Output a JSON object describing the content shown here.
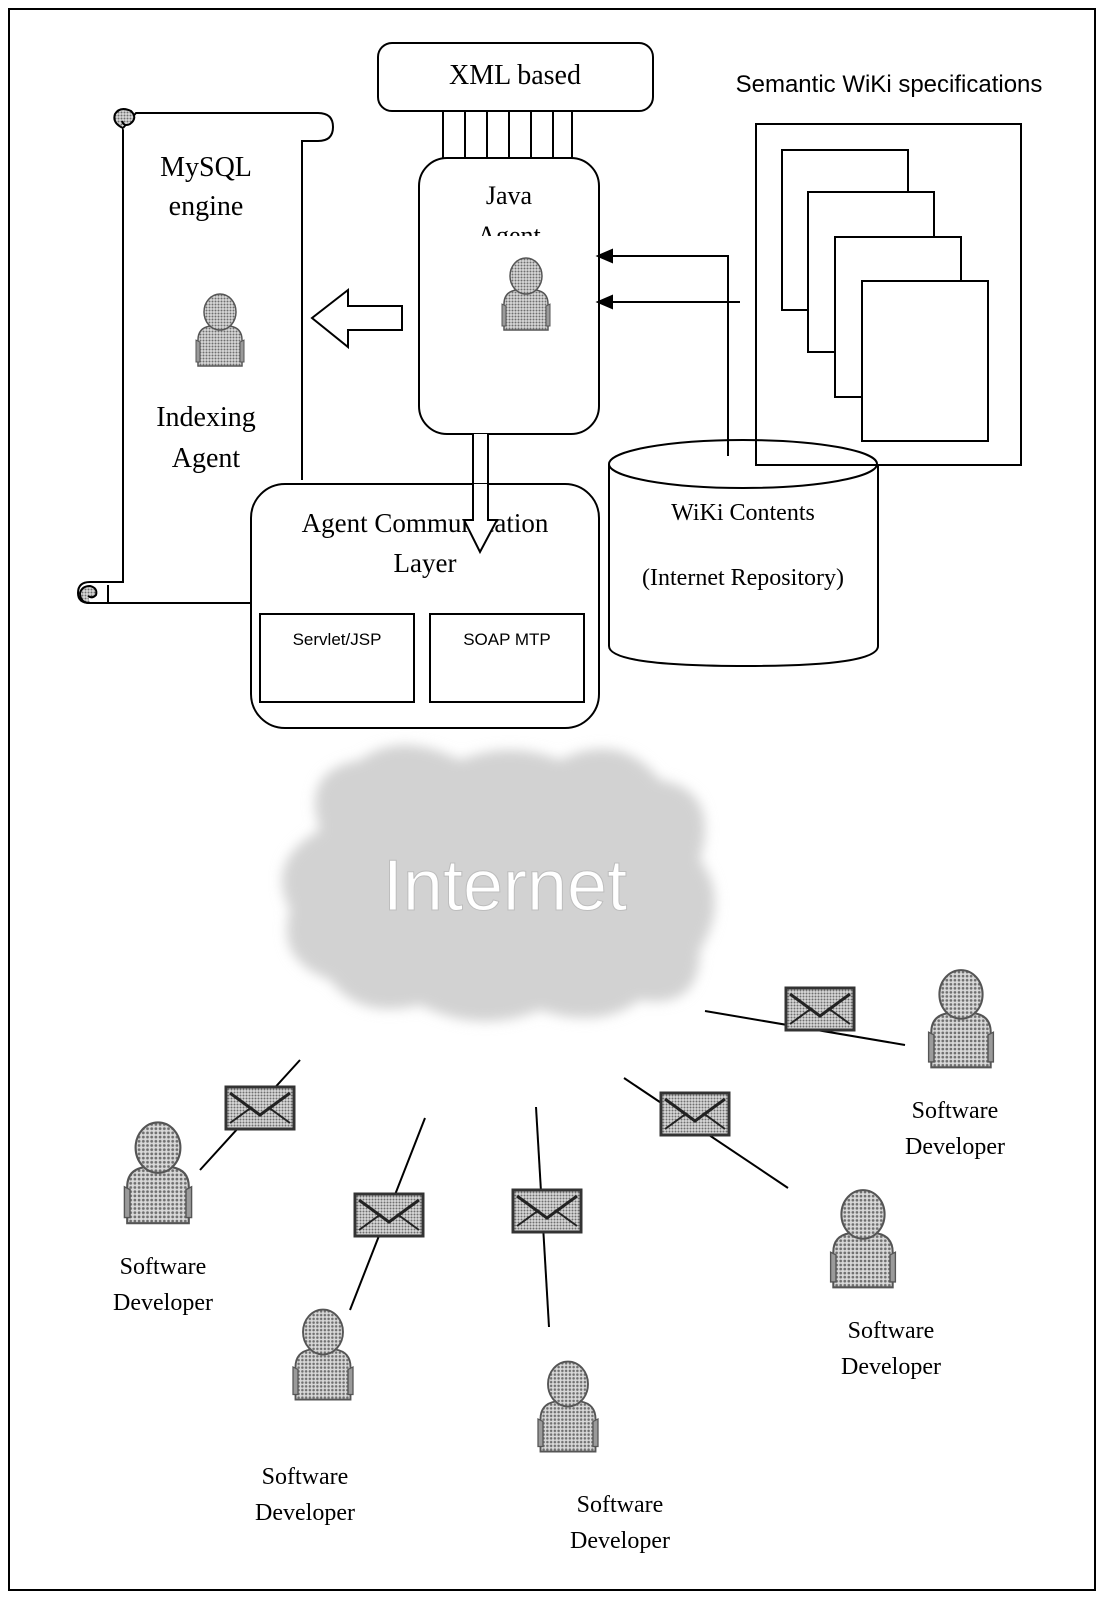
{
  "diagram": {
    "xml_box_label": "XML based",
    "semantic_wiki_title": "Semantic WiKi specifications",
    "mysql_label_line1": "MySQL",
    "mysql_label_line2": "engine",
    "indexing_label_line1": "Indexing",
    "indexing_label_line2": "Agent",
    "java_agent_line1": "Java",
    "java_agent_line2": "Agent",
    "acl_label_line1": "Agent Communication",
    "acl_label_line2": "Layer",
    "servlet_label": "Servlet/JSP",
    "soap_label": "SOAP MTP",
    "wiki_contents_label": "WiKi Contents",
    "internet_repository_label": "(Internet Repository)",
    "internet_label": "Internet",
    "developer_line1": "Software",
    "developer_line2": "Developer",
    "colors": {
      "line": "#000000",
      "fill_gray": "#b5b5b5",
      "cloud_gray": "#c8c8c8",
      "background": "#ffffff"
    },
    "icons": [
      "scroll-icon",
      "person-icon",
      "envelope-icon",
      "cloud-icon",
      "database-cylinder-icon",
      "document-stack-icon"
    ]
  }
}
